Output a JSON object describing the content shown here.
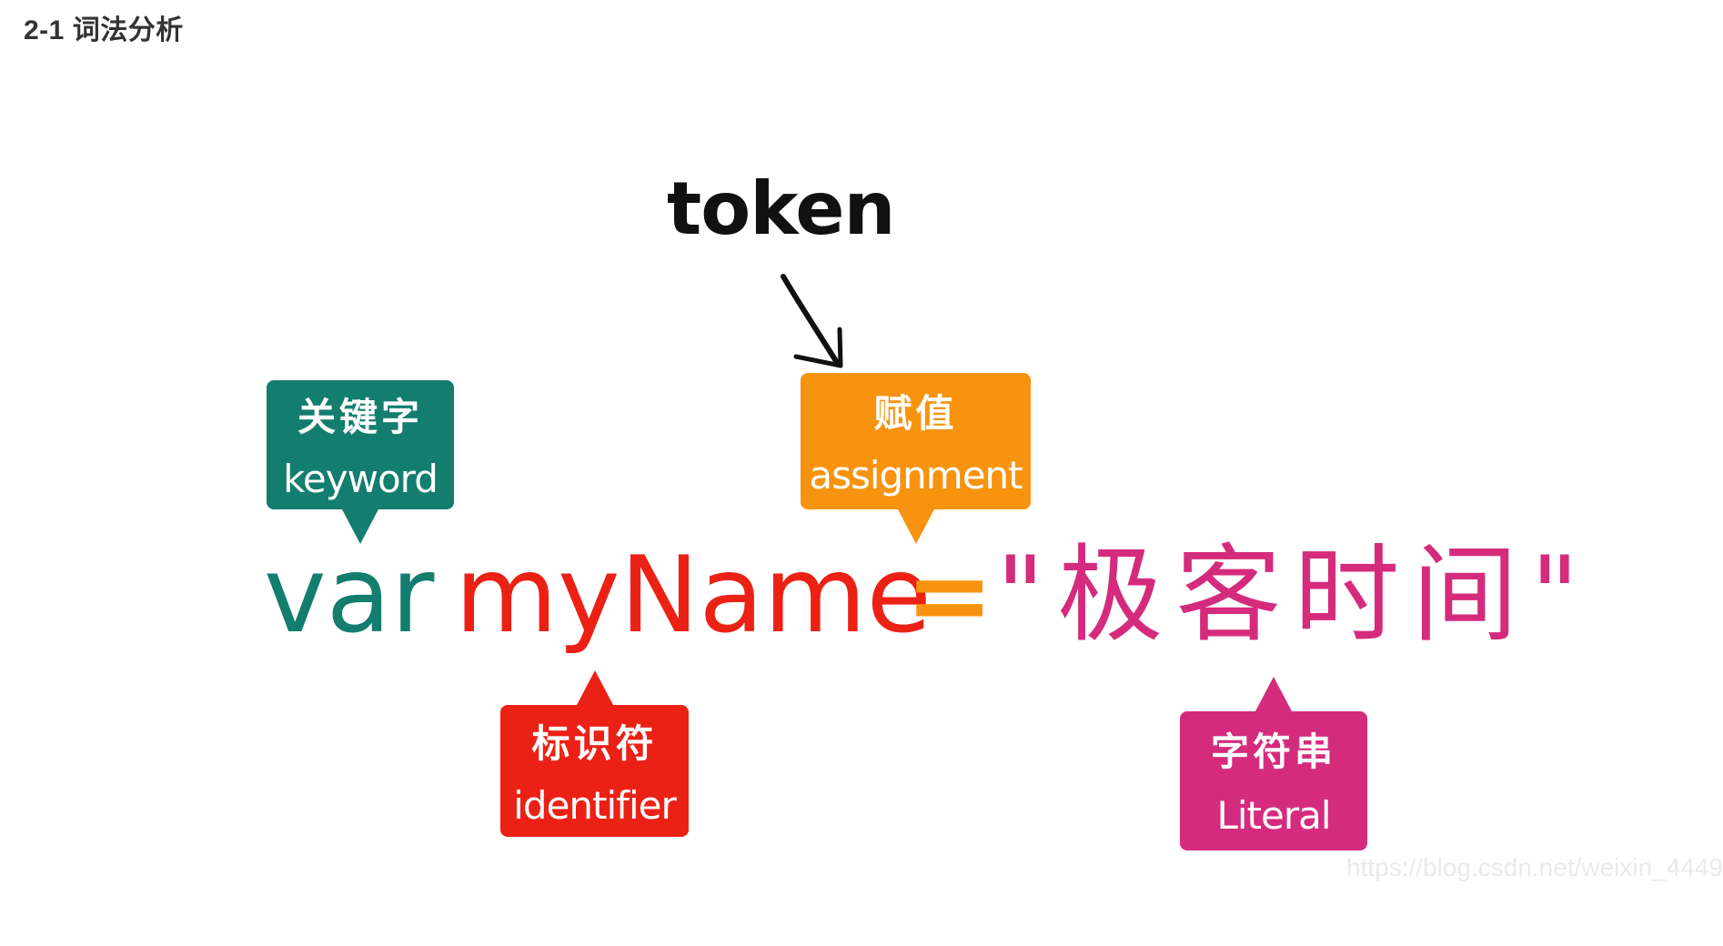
{
  "heading": "2-1 词法分析",
  "diagram": {
    "token_label": "token",
    "code": {
      "keyword": "var",
      "identifier": "myName",
      "operator": "=",
      "literal": "\"极客时间\""
    },
    "callouts": {
      "keyword": {
        "zh": "关键字",
        "en": "keyword",
        "color": "#137d6e"
      },
      "assignment": {
        "zh": "赋值",
        "en": "assignment",
        "color": "#f7930f"
      },
      "identifier": {
        "zh": "标识符",
        "en": "identifier",
        "color": "#ec2116"
      },
      "literal": {
        "zh": "字符串",
        "en": "Literal",
        "color": "#d52b7d"
      }
    }
  },
  "watermark": "https://blog.csdn.net/weixin_4449"
}
